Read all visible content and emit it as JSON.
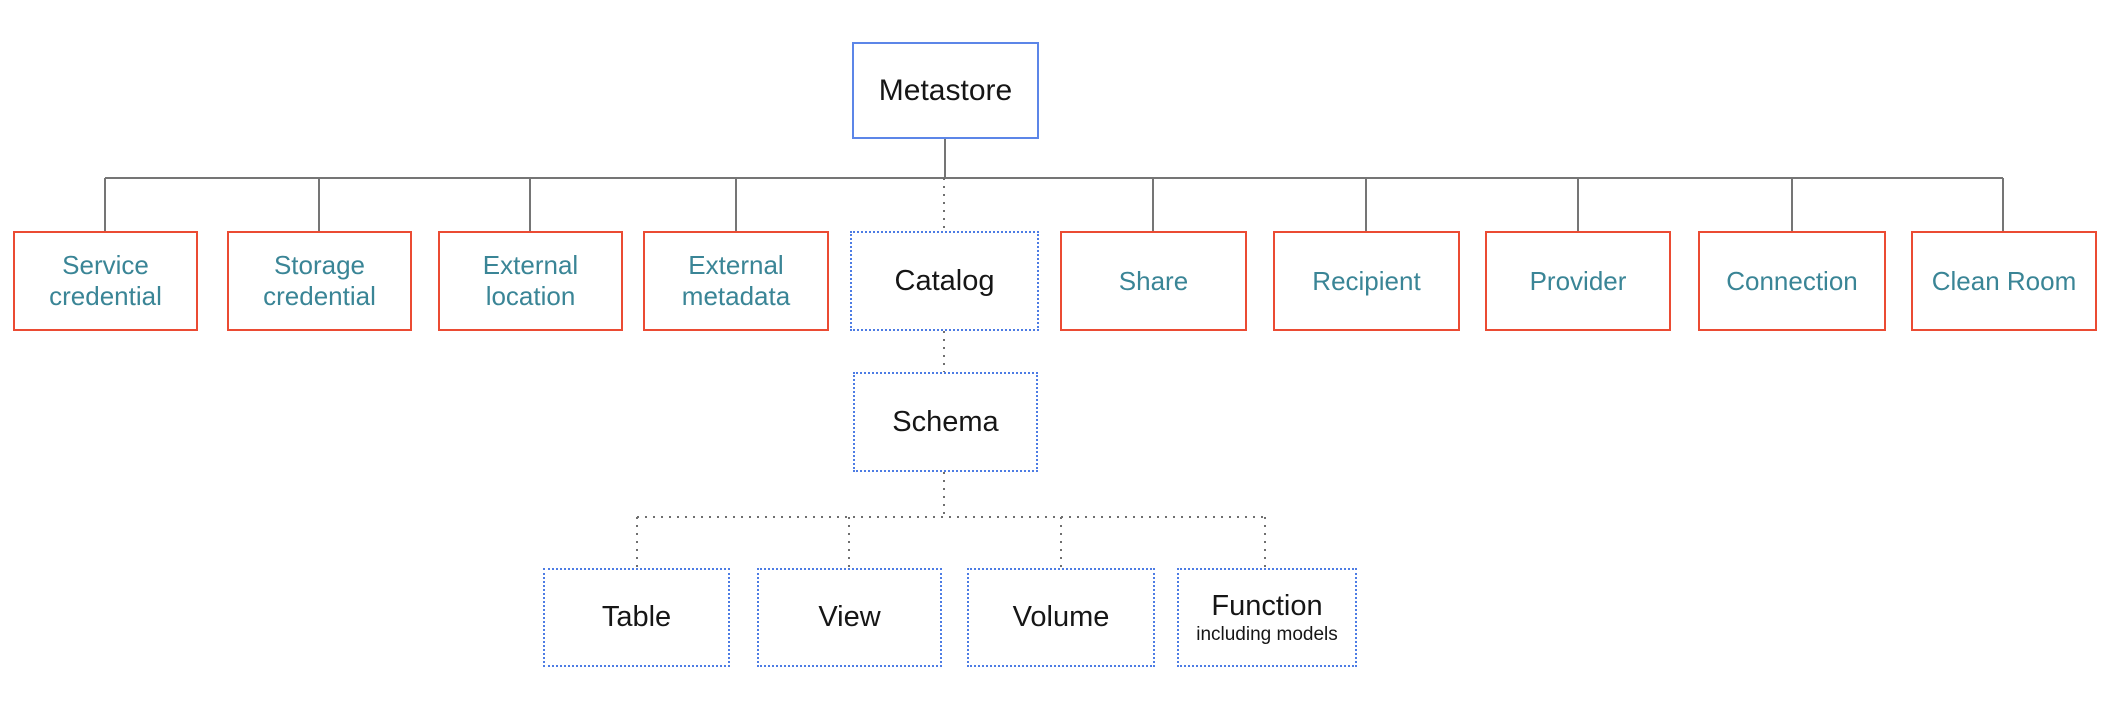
{
  "colors": {
    "root_border": "#5c86e8",
    "dotted_border": "#4d7ce4",
    "securable_border": "#eb4b33",
    "securable_text": "#3a8596",
    "node_text": "#161616",
    "connector_solid": "#757575",
    "connector_dotted": "#6f6f6f",
    "background": "#ffffff"
  },
  "diagram": {
    "root": {
      "label": "Metastore"
    },
    "level1": [
      {
        "label": "Service credential",
        "style": "securable"
      },
      {
        "label": "Storage credential",
        "style": "securable"
      },
      {
        "label": "External location",
        "style": "securable"
      },
      {
        "label": "External metadata",
        "style": "securable"
      },
      {
        "label": "Catalog",
        "style": "dotted"
      },
      {
        "label": "Share",
        "style": "securable"
      },
      {
        "label": "Recipient",
        "style": "securable"
      },
      {
        "label": "Provider",
        "style": "securable"
      },
      {
        "label": "Connection",
        "style": "securable"
      },
      {
        "label": "Clean Room",
        "style": "securable"
      }
    ],
    "level2": [
      {
        "label": "Schema",
        "style": "dotted"
      }
    ],
    "level3": [
      {
        "label": "Table",
        "style": "dotted"
      },
      {
        "label": "View",
        "style": "dotted"
      },
      {
        "label": "Volume",
        "style": "dotted"
      },
      {
        "label": "Function",
        "sublabel": "including models",
        "style": "dotted"
      }
    ]
  }
}
